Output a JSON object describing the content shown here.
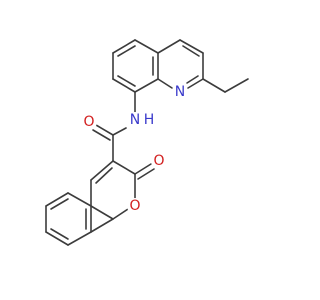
{
  "colors": {
    "bond": "#3c3c3c",
    "nitrogen": "#3a3acb",
    "oxygen": "#d21e1e",
    "background": "#ffffff"
  },
  "atoms": {
    "carbonyl_oxygen": "O",
    "amide_nitrogen": "N",
    "amide_hydrogen": "H",
    "quinoline_nitrogen": "N",
    "ring_oxygen": "O",
    "lactone_oxygen": "O"
  }
}
